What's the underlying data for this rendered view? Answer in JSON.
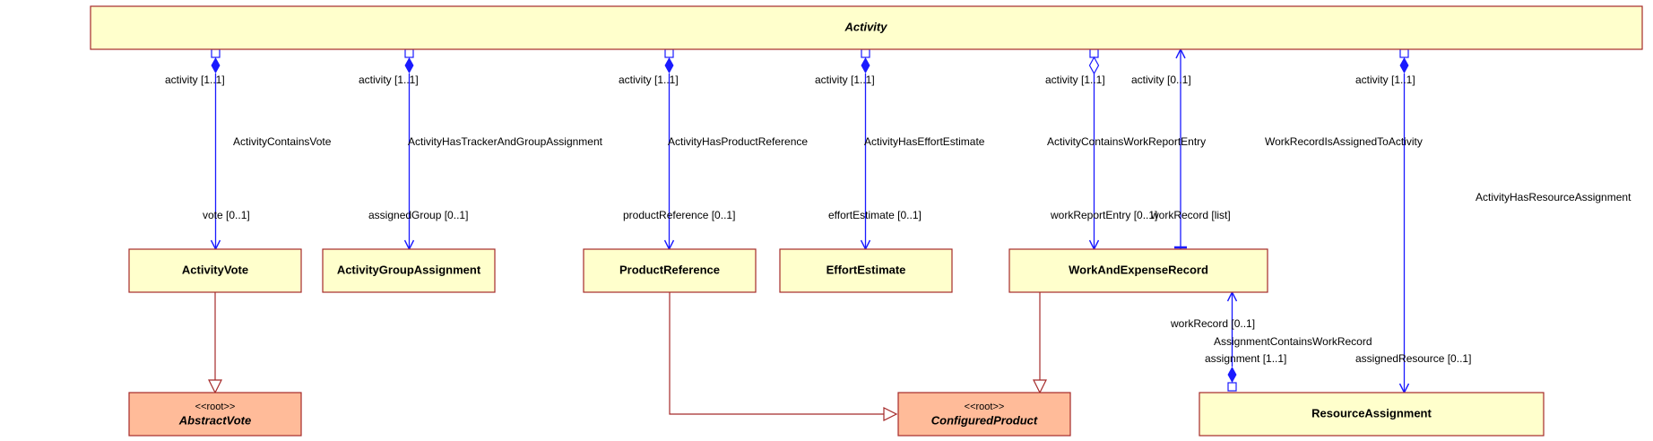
{
  "classes": {
    "activity": "Activity",
    "activity_vote": "ActivityVote",
    "activity_group_assignment": "ActivityGroupAssignment",
    "product_reference": "ProductReference",
    "effort_estimate": "EffortEstimate",
    "work_and_expense_record": "WorkAndExpenseRecord",
    "abstract_vote": "AbstractVote",
    "configured_product": "ConfiguredProduct",
    "resource_assignment": "ResourceAssignment"
  },
  "stereotypes": {
    "abstract_vote": "<<root>>",
    "configured_product": "<<root>>"
  },
  "associations": {
    "vote": {
      "name": "ActivityContainsVote",
      "source_role": "activity [1..1]",
      "target_role": "vote [0..1]"
    },
    "group": {
      "name": "ActivityHasTrackerAndGroupAssignment",
      "source_role": "activity [1..1]",
      "target_role": "assignedGroup [0..1]"
    },
    "product": {
      "name": "ActivityHasProductReference",
      "source_role": "activity [1..1]",
      "target_role": "productReference [0..1]"
    },
    "effort": {
      "name": "ActivityHasEffortEstimate",
      "source_role": "activity [1..1]",
      "target_role": "effortEstimate [0..1]"
    },
    "work_report": {
      "name": "ActivityContainsWorkReportEntry",
      "source_role": "activity [1..1]",
      "target_role": "workReportEntry [0..1]"
    },
    "work_record": {
      "name": "WorkRecordIsAssignedToActivity",
      "source_role": "activity [0..1]",
      "target_role": "workRecord [list]"
    },
    "resource": {
      "name": "ActivityHasResourceAssignment",
      "source_role": "activity [1..1]",
      "target_role": "assignedResource [0..1]"
    },
    "assignment_work": {
      "name": "AssignmentContainsWorkRecord",
      "source_role": "assignment [1..1]",
      "target_role": "workRecord [0..1]"
    }
  },
  "colors": {
    "association": "#1a1aff",
    "generalization": "#a52a2a",
    "class_fill": "#ffffcc",
    "root_fill": "#ffbb99"
  }
}
